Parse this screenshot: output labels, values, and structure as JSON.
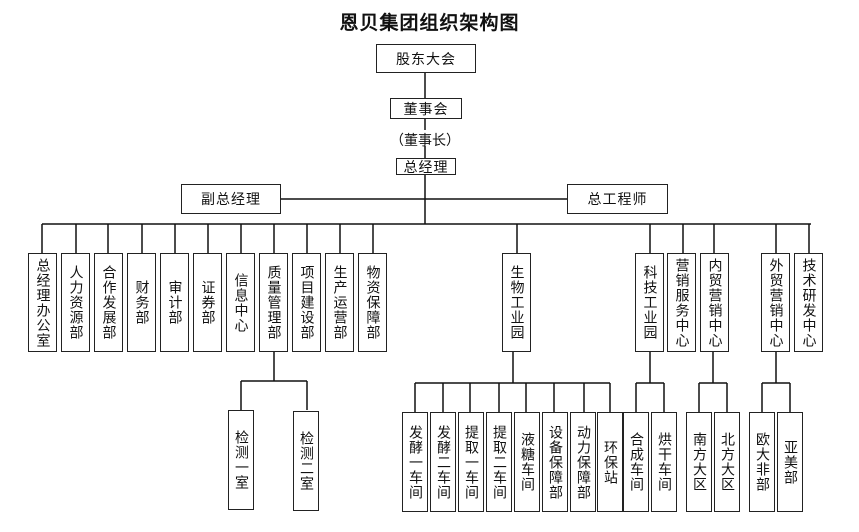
{
  "title": "恩贝集团组织架构图",
  "top": {
    "shareholders": "股东大会",
    "board": "董事会",
    "chairman": "（董事长）",
    "gm": "总经理",
    "deputy_gm": "副总经理",
    "chief_engineer": "总工程师"
  },
  "departments": [
    {
      "label": "总经理办公室"
    },
    {
      "label": "人力资源部"
    },
    {
      "label": "合作发展部"
    },
    {
      "label": "财务部"
    },
    {
      "label": "审计部"
    },
    {
      "label": "证券部"
    },
    {
      "label": "信息中心"
    },
    {
      "label": "质量管理部"
    },
    {
      "label": "项目建设部"
    },
    {
      "label": "生产运营部"
    },
    {
      "label": "物资保障部"
    },
    {
      "label": "生物工业园"
    },
    {
      "label": "科技工业园"
    },
    {
      "label": "营销服务中心"
    },
    {
      "label": "内贸营销中心"
    },
    {
      "label": "外贸营销中心"
    },
    {
      "label": "技术研发中心"
    }
  ],
  "quality_sub": [
    {
      "label": "检测一室"
    },
    {
      "label": "检测二室"
    }
  ],
  "bio_park_sub": [
    {
      "label": "发酵一车间"
    },
    {
      "label": "发酵二车间"
    },
    {
      "label": "提取一车间"
    },
    {
      "label": "提取二车间"
    },
    {
      "label": "液糖车间"
    },
    {
      "label": "设备保障部"
    },
    {
      "label": "动力保障部"
    },
    {
      "label": "环保站"
    }
  ],
  "tech_park_sub": [
    {
      "label": "合成车间"
    },
    {
      "label": "烘干车间"
    }
  ],
  "domestic_sub": [
    {
      "label": "南方大区"
    },
    {
      "label": "北方大区"
    }
  ],
  "foreign_sub": [
    {
      "label": "欧大非部"
    },
    {
      "label": "亚美部"
    }
  ]
}
